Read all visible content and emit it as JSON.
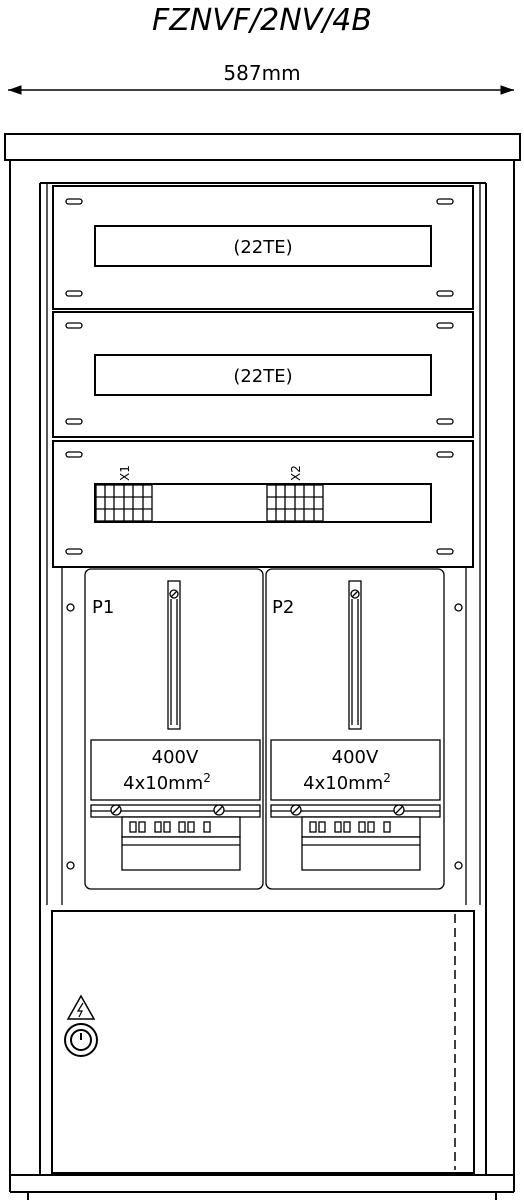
{
  "title": "FZNVF/2NV/4B",
  "width_dimension": "587mm",
  "panels": [
    {
      "label": "(22TE)"
    },
    {
      "label": "(22TE)"
    }
  ],
  "terminal_panel": {
    "terminals": [
      {
        "label": "X1"
      },
      {
        "label": "X2"
      }
    ]
  },
  "meter_fields": [
    {
      "label": "P1",
      "voltage": "400V",
      "cable": "4x10mm",
      "cable_sup": "2"
    },
    {
      "label": "P2",
      "voltage": "400V",
      "cable": "4x10mm",
      "cable_sup": "2"
    }
  ],
  "door": {
    "icons": [
      "high-voltage-warning-icon",
      "lock-icon"
    ]
  }
}
